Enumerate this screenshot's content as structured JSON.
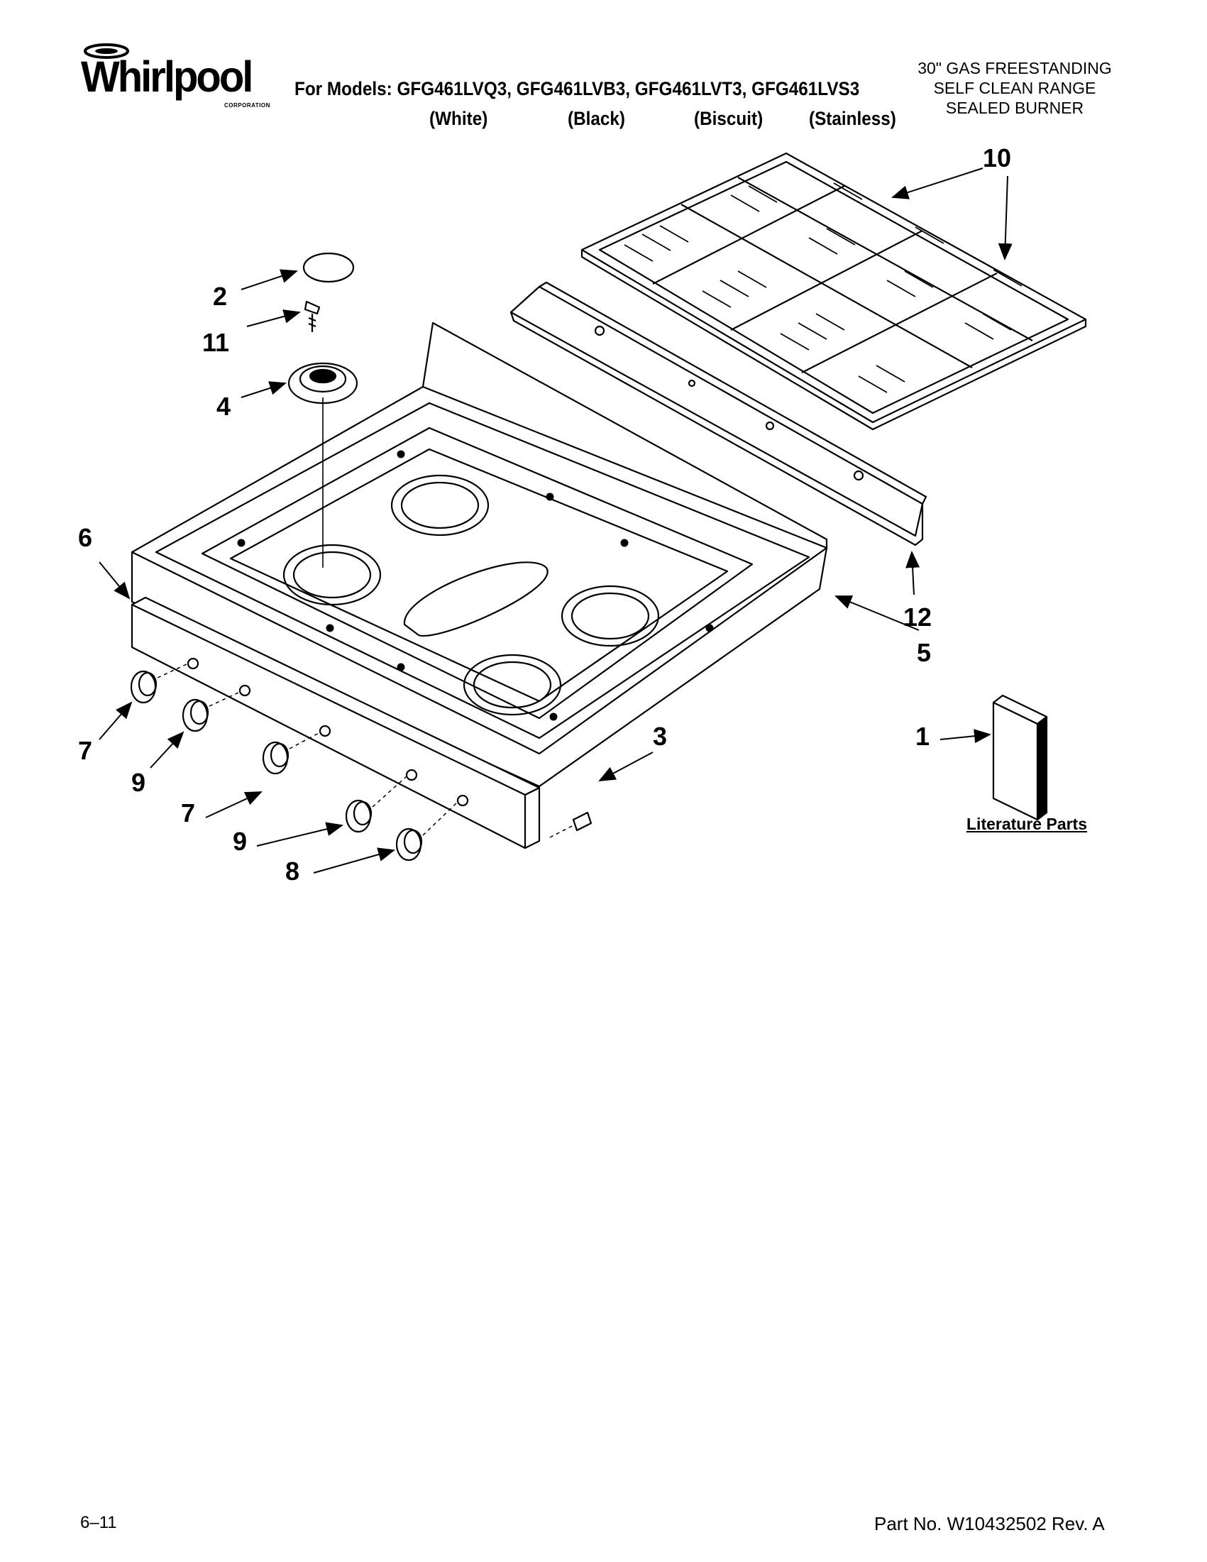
{
  "brand": {
    "name": "Whirlpool",
    "corporation": "CORPORATION"
  },
  "header": {
    "models_line": "For Models: GFG461LVQ3, GFG461LVB3, GFG461LVT3, GFG461LVS3",
    "colors": [
      "(White)",
      "(Black)",
      "(Biscuit)",
      "(Stainless)"
    ],
    "description": [
      "30\" GAS FREESTANDING",
      "SELF CLEAN RANGE",
      "SEALED BURNER"
    ]
  },
  "callouts": {
    "c1": "1",
    "c2": "2",
    "c3": "3",
    "c4": "4",
    "c5": "5",
    "c6": "6",
    "c7a": "7",
    "c7b": "7",
    "c8": "8",
    "c9a": "9",
    "c9b": "9",
    "c10": "10",
    "c11": "11",
    "c12": "12"
  },
  "literature_label": "Literature Parts",
  "footer": {
    "date": "6–11",
    "part_number": "Part No. W10432502 Rev. A"
  }
}
